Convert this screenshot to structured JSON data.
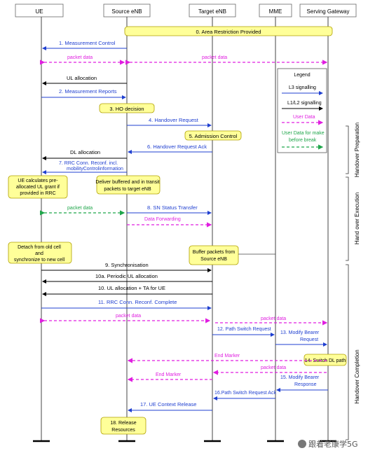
{
  "colors": {
    "l3": "#1f3fd0",
    "l12": "#000000",
    "user": "#e01ee0",
    "mbb": "#1fa64a",
    "note_fill": "#ffff99",
    "note_stroke": "#b0a000"
  },
  "entities": [
    "UE",
    "Source eNB",
    "Target eNB",
    "MME",
    "Serving Gateway"
  ],
  "legend": {
    "title": "Legend",
    "l3": "L3 signalling",
    "l12": "L1/L2 signalling",
    "user": "User Data",
    "mbb_1": "User Data for make",
    "mbb_2": "before break"
  },
  "phases": [
    "Handover Preparation",
    "Hand over Execution",
    "Handover Completion"
  ],
  "notes": {
    "n0": "0.  Area Restriction Provided",
    "n3": "3.  HO decision",
    "n5": "5.  Admission Control",
    "ue_calc_1": "UE calculates pre-",
    "ue_calc_2": "allocated UL grant if",
    "ue_calc_3": "provided in RRC",
    "deliver_1": "Deliver buffered and in transit",
    "deliver_2": "packets to target eNB",
    "detach_1": "Detach from old cell",
    "detach_2": "and",
    "detach_3": "synchronize to new cell",
    "buffer_1": "Buffer packets from",
    "buffer_2": "Source eNB",
    "n14": "14.  Switch DL path",
    "n18_1": "18. Release",
    "n18_2": "Resources"
  },
  "messages": {
    "m1": "1.   Measurement Control",
    "pd1": "packet data",
    "pd2": "packet data",
    "ul_alloc": "UL allocation",
    "m2": "2.   Measurement Reports",
    "m4": "4.      Handover Request",
    "m6": "6.  Handover Request Ack",
    "dl_alloc": "DL allocation",
    "m7_1": "7.   RRC Conn. Reconf. incl.",
    "m7_2": "mobilityControlinformation",
    "pd3": "packet data",
    "m8": "8.      SN Status Transfer",
    "fwd": "Data Forwarding",
    "m9": "9.          Synchronisation",
    "m10a": "10a.    Periodic UL allocation",
    "m10": "10.    UL allocation    +  TA for UE",
    "m11": "11.     RRC Conn. Reconf. Complete",
    "pd4": "packet data",
    "pd5": "packet data",
    "m12": "12. Path Switch Request",
    "m13_1": "13.     Modify Bearer",
    "m13_2": "Request",
    "end1": "End Marker",
    "pd6": "packet data",
    "end2": "End Marker",
    "m15_1": "15.    Modify Bearer",
    "m15_2": "Response",
    "m16": "16.Path Switch Request Ack",
    "m17": "17.  UE Context Release"
  },
  "watermark": "跟着老康学5G"
}
